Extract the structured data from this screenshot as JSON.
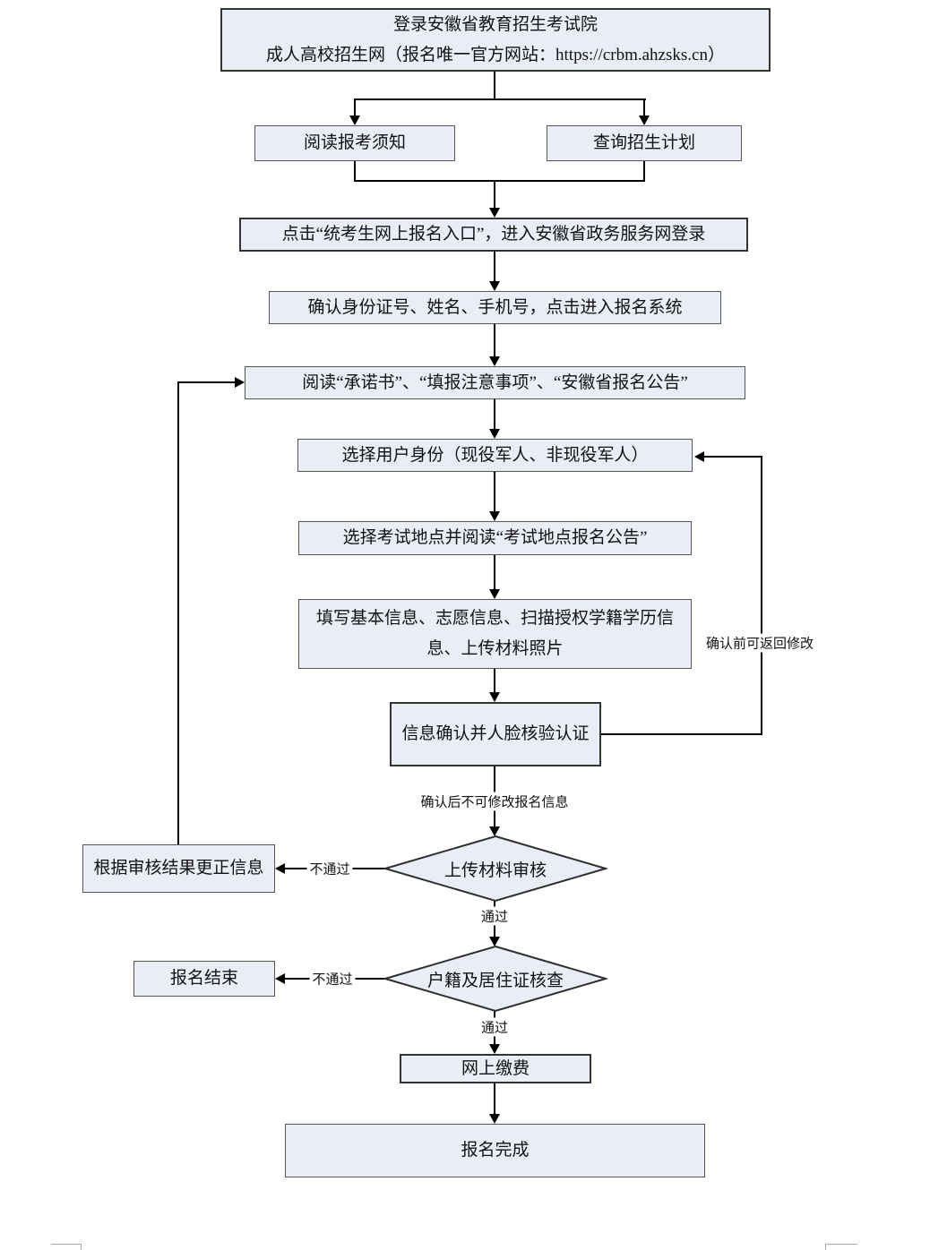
{
  "page": {
    "background": "#ffffff"
  },
  "colors": {
    "node_fill": "#e9eef6",
    "node_border": "#555555",
    "node_border_dark": "#333333",
    "connector": "#000000",
    "margin_mark": "#a9a9a9"
  },
  "nodes": {
    "login": {
      "line1": "登录安徽省教育招生考试院",
      "line2": "成人高校招生网（报名唯一官方网站：https://crbm.ahzsks.cn）"
    },
    "read_notice": {
      "label": "阅读报考须知"
    },
    "query_plan": {
      "label": "查询招生计划"
    },
    "click_entry": {
      "label": "点击“统考生网上报名入口”，进入安徽省政务服务网登录"
    },
    "confirm_identity": {
      "label": "确认身份证号、姓名、手机号，点击进入报名系统"
    },
    "read_docs": {
      "label": "阅读“承诺书”、“填报注意事项”、“安徽省报名公告”"
    },
    "user_type": {
      "label": "选择用户身份（现役军人、非现役军人）"
    },
    "exam_site": {
      "label": "选择考试地点并阅读“考试地点报名公告”"
    },
    "fill_info": {
      "line1": "填写基本信息、志愿信息、扫描授权学籍学历信",
      "line2": "息、上传材料照片"
    },
    "confirm_face": {
      "label": "信息确认并人脸核验认证"
    },
    "upload_review": {
      "label": "上传材料审核"
    },
    "correct_info": {
      "label": "根据审核结果更正信息"
    },
    "residence_check": {
      "label": "户籍及居住证核查"
    },
    "registration_end": {
      "label": "报名结束"
    },
    "pay_online": {
      "label": "网上缴费"
    },
    "registration_done": {
      "label": "报名完成"
    }
  },
  "edge_labels": {
    "before_confirm": "确认前可返回修改",
    "after_confirm": "确认后不可修改报名信息",
    "review_fail": "不通过",
    "review_pass": "通过",
    "residence_fail": "不通过",
    "residence_pass": "通过"
  }
}
